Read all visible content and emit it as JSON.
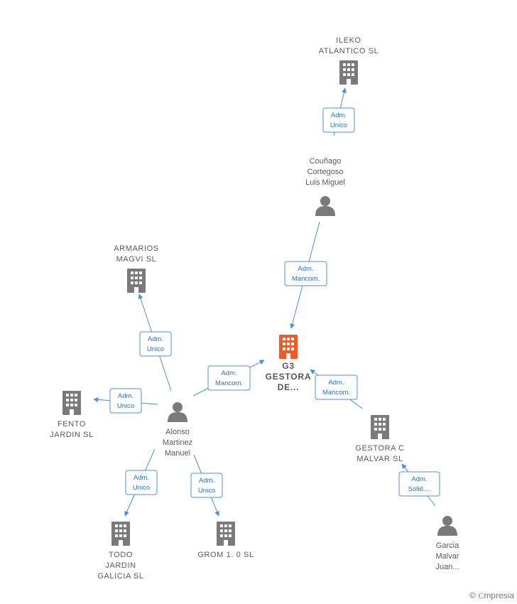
{
  "nodes": {
    "ileko": {
      "label": [
        "ILEKO",
        "ATLANTICO  SL"
      ],
      "kind": "company"
    },
    "armarios": {
      "label": [
        "ARMARIOS",
        "MAGVI  SL"
      ],
      "kind": "company"
    },
    "g3": {
      "label": [
        "G3",
        "GESTORA",
        "DE..."
      ],
      "kind": "main-company"
    },
    "fento": {
      "label": [
        "FENTO",
        "JARDIN  SL"
      ],
      "kind": "company"
    },
    "gestora_c": {
      "label": [
        "GESTORA C",
        "MALVAR  SL"
      ],
      "kind": "company"
    },
    "todo": {
      "label": [
        "TODO",
        "JARDIN",
        "GALICIA  SL"
      ],
      "kind": "company"
    },
    "grom": {
      "label": [
        "GROM 1. 0 SL"
      ],
      "kind": "company"
    },
    "counago": {
      "label": [
        "Couñago",
        "Cortegoso",
        "Luis Miguel"
      ],
      "kind": "person"
    },
    "alonso": {
      "label": [
        "Alonso",
        "Martinez",
        "Manuel"
      ],
      "kind": "person"
    },
    "garcia": {
      "label": [
        "Garcia",
        "Malvar",
        "Juan..."
      ],
      "kind": "person"
    }
  },
  "edges": [
    {
      "from": "counago",
      "to": "ileko",
      "label": [
        "Adm.",
        "Unico"
      ]
    },
    {
      "from": "counago",
      "to": "g3",
      "label": [
        "Adm.",
        "Mancom."
      ]
    },
    {
      "from": "alonso",
      "to": "armarios",
      "label": [
        "Adm.",
        "Unico"
      ]
    },
    {
      "from": "alonso",
      "to": "g3",
      "label": [
        "Adm.",
        "Mancom."
      ]
    },
    {
      "from": "alonso",
      "to": "fento",
      "label": [
        "Adm.",
        "Unico"
      ]
    },
    {
      "from": "alonso",
      "to": "todo",
      "label": [
        "Adm.",
        "Unico"
      ]
    },
    {
      "from": "alonso",
      "to": "grom",
      "label": [
        "Adm.",
        "Unico"
      ]
    },
    {
      "from": "gestora_c",
      "to": "g3",
      "label": [
        "Adm.",
        "Mancom."
      ]
    },
    {
      "from": "garcia",
      "to": "gestora_c",
      "label": [
        "Adm.",
        "Solid...."
      ]
    }
  ],
  "colors": {
    "company": "#7a7a7a",
    "main_company": "#f05a28",
    "person": "#7a7a7a",
    "edge": "#4a8fd6"
  },
  "footer": {
    "copyright": "©",
    "brand_first": "C",
    "brand_rest": "mpresia"
  }
}
